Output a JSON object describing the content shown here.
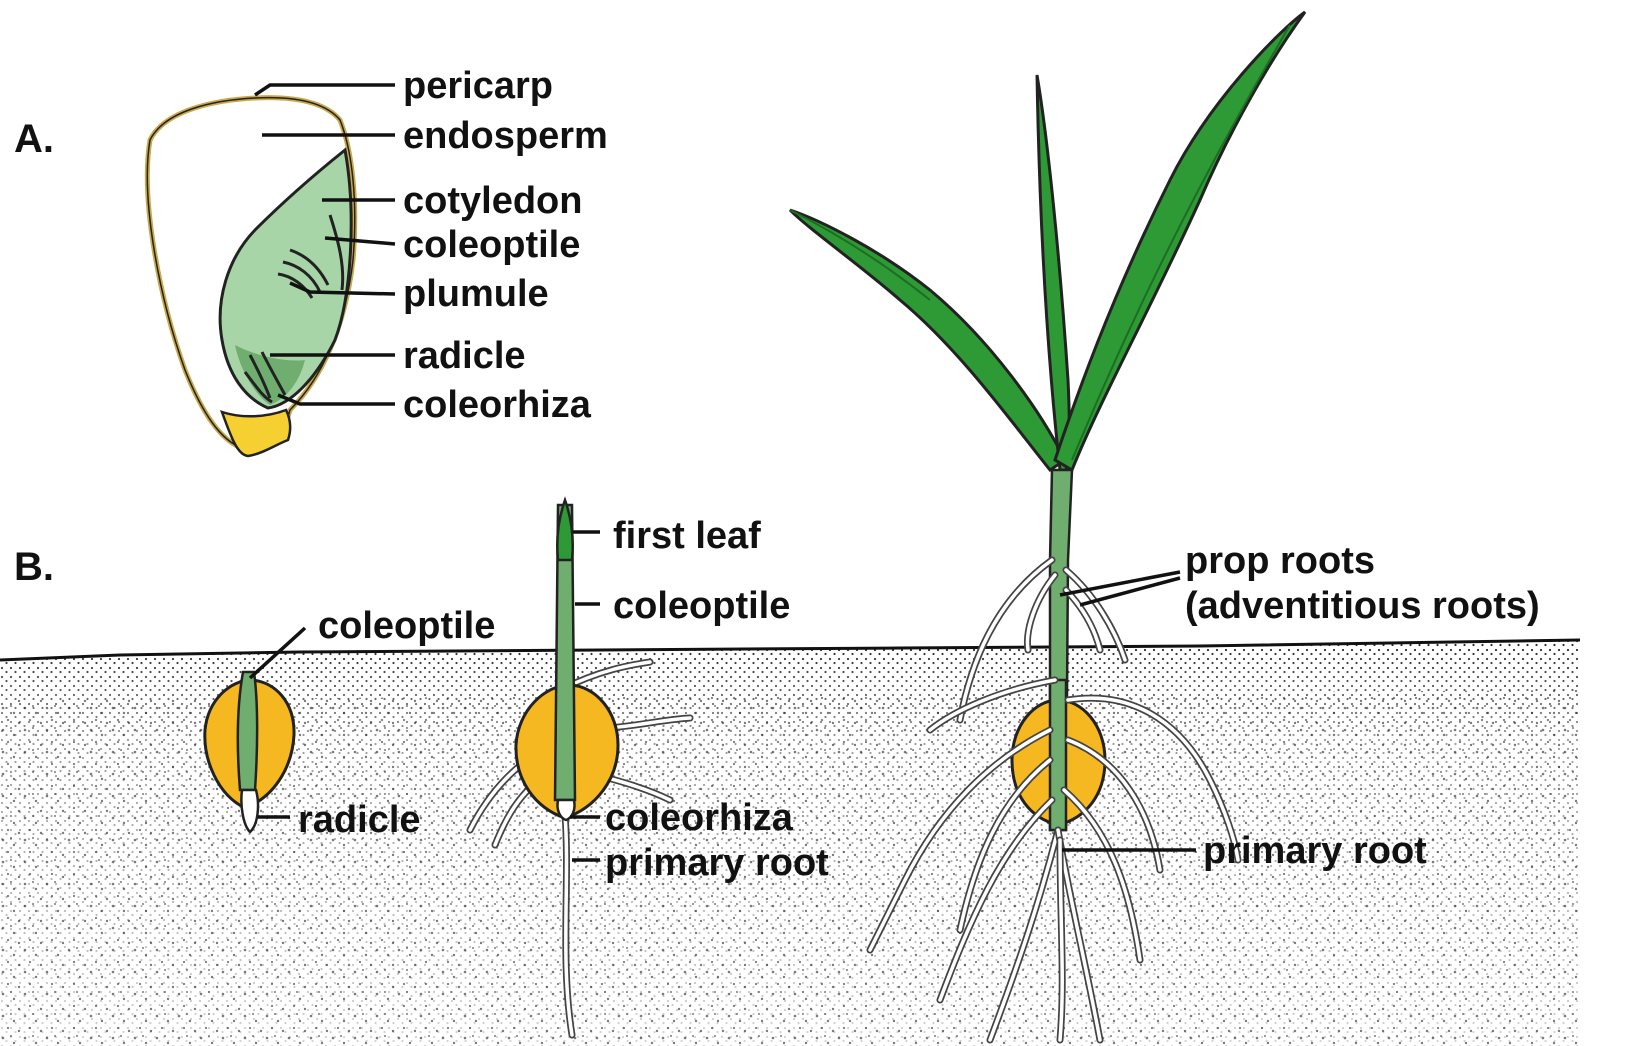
{
  "panels": {
    "a": "A.",
    "b": "B."
  },
  "seed_labels": {
    "pericarp": "pericarp",
    "endosperm": "endosperm",
    "cotyledon": "cotyledon",
    "coleoptile": "coleoptile",
    "plumule": "plumule",
    "radicle": "radicle",
    "coleorhiza": "coleorhiza"
  },
  "stage1_labels": {
    "coleoptile": "coleoptile",
    "radicle": "radicle"
  },
  "stage2_labels": {
    "first_leaf": "first leaf",
    "coleoptile": "coleoptile",
    "coleorhiza": "coleorhiza",
    "primary_root": "primary root"
  },
  "stage3_labels": {
    "prop_roots": "prop roots",
    "adventitious_roots": "(adventitious roots)",
    "primary_root": "primary root"
  },
  "colors": {
    "embryo_green": "#a8d5a8",
    "leaf_green": "#2e9a35",
    "kernel_yellow": "#f5b820",
    "pericarp_tan": "#c9a94a",
    "soil_dots": "#222222"
  }
}
